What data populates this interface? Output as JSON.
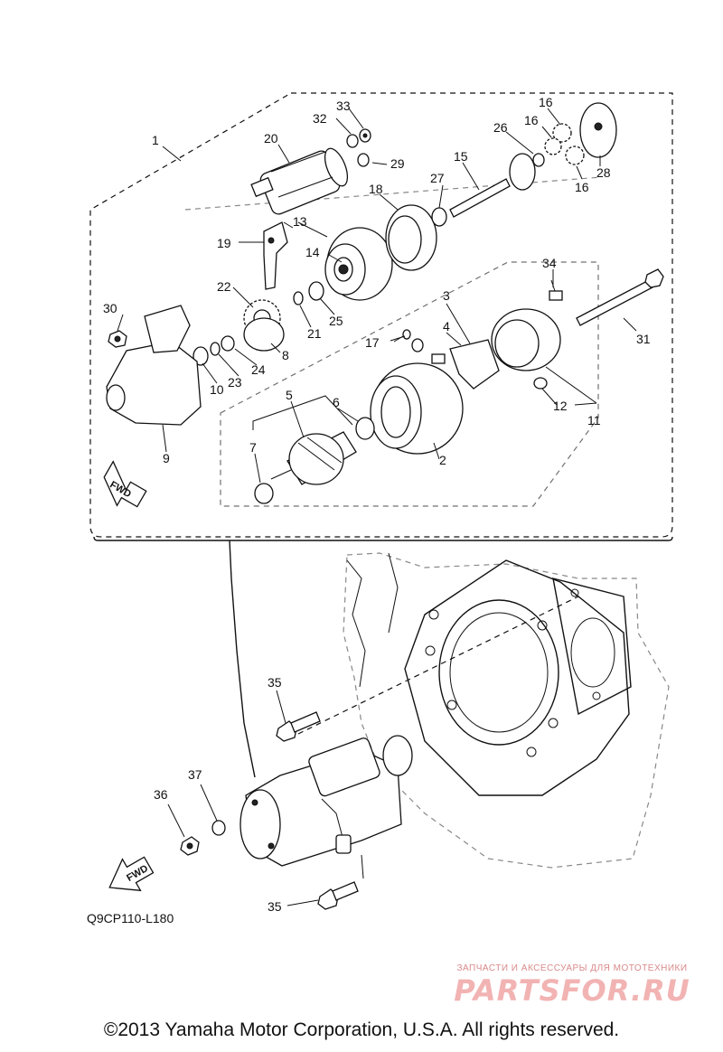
{
  "diagram_code": "Q9CP110-L180",
  "copyright": "©2013 Yamaha Motor Corporation, U.S.A. All rights reserved.",
  "fwd_label": "FWD",
  "watermark": {
    "tagline": "ЗАПЧАСТИ И АКСЕССУАРЫ ДЛЯ МОТОТЕХНИКИ",
    "logo": "PARTSFOR.RU"
  },
  "callouts": {
    "n1": "1",
    "n2": "2",
    "n3": "3",
    "n4": "4",
    "n5": "5",
    "n6": "6",
    "n7": "7",
    "n8": "8",
    "n9": "9",
    "n10": "10",
    "n11": "11",
    "n12": "12",
    "n13": "13",
    "n14": "14",
    "n15": "15",
    "n16a": "16",
    "n16b": "16",
    "n16c": "16",
    "n17": "17",
    "n18": "18",
    "n19": "19",
    "n20": "20",
    "n21": "21",
    "n22": "22",
    "n23": "23",
    "n24": "24",
    "n25": "25",
    "n26": "26",
    "n27": "27",
    "n28": "28",
    "n29": "29",
    "n30": "30",
    "n31": "31",
    "n32": "32",
    "n33": "33",
    "n34": "34",
    "n35a": "35",
    "n35b": "35",
    "n36": "36",
    "n37": "37"
  }
}
